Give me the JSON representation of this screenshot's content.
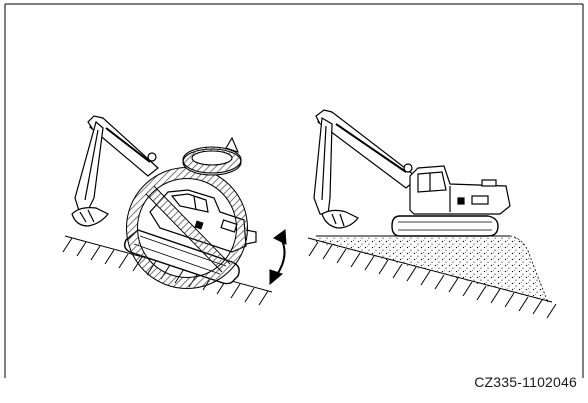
{
  "figure": {
    "code": "CZ335-1102046"
  },
  "colors": {
    "line": "#000000",
    "hatch": "#000000",
    "prohibition": "#5a5a5a",
    "prohibition_fill": "#9a9a9a",
    "background": "#ffffff"
  },
  "panels": [
    {
      "id": "wrong",
      "subject": "excavator-on-slope",
      "prohibited": true,
      "icons": [
        "rotation-arrow-icon",
        "tilt-arrow-icon",
        "prohibition-icon"
      ]
    },
    {
      "id": "correct",
      "subject": "excavator-on-leveled-ground",
      "prohibited": false,
      "icons": [
        "fill-mound"
      ]
    }
  ]
}
